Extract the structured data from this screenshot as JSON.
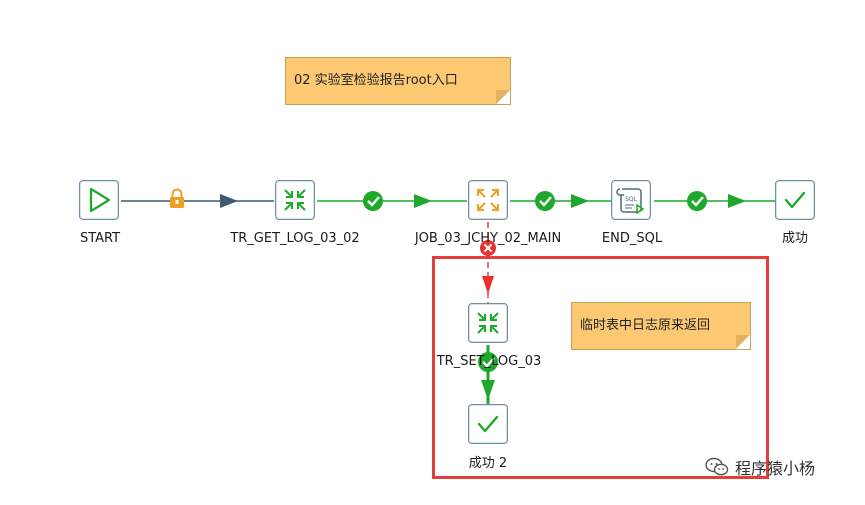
{
  "notes": [
    {
      "text": "02 实验室检验报告root入口"
    },
    {
      "text": "临时表中日志原来返回"
    }
  ],
  "entries": [
    {
      "label": "START",
      "icon": "start-play-icon"
    },
    {
      "label": "TR_GET_LOG_03_02",
      "icon": "transformation-icon"
    },
    {
      "label": "JOB_03_JCHY_02_MAIN",
      "icon": "job-icon"
    },
    {
      "label": "END_SQL",
      "icon": "sql-script-icon"
    },
    {
      "label": "成功",
      "icon": "success-check-icon"
    },
    {
      "label": "TR_SET_LOG_03",
      "icon": "transformation-icon"
    },
    {
      "label": "成功 2",
      "icon": "success-check-icon"
    }
  ],
  "hops": [
    {
      "from": "START",
      "to": "TR_GET_LOG_03_02",
      "type": "unconditional",
      "color": "#3d5a73"
    },
    {
      "from": "TR_GET_LOG_03_02",
      "to": "JOB_03_JCHY_02_MAIN",
      "type": "success",
      "color": "#1fa82b"
    },
    {
      "from": "JOB_03_JCHY_02_MAIN",
      "to": "END_SQL",
      "type": "success",
      "color": "#1fa82b"
    },
    {
      "from": "END_SQL",
      "to": "成功",
      "type": "success",
      "color": "#1fa82b"
    },
    {
      "from": "JOB_03_JCHY_02_MAIN",
      "to": "TR_SET_LOG_03",
      "type": "failure",
      "color": "#e5322d"
    },
    {
      "from": "TR_SET_LOG_03",
      "to": "成功 2",
      "type": "success",
      "color": "#1fa82b"
    }
  ],
  "colors": {
    "note_bg": "#fdc872",
    "success": "#1fa82b",
    "failure": "#e5322d",
    "unconditional": "#3d5a73",
    "lock": "#f0a020",
    "highlight_box": "#e53c3c"
  },
  "watermark": {
    "text": "程序猿小杨",
    "icon": "wechat-icon"
  }
}
